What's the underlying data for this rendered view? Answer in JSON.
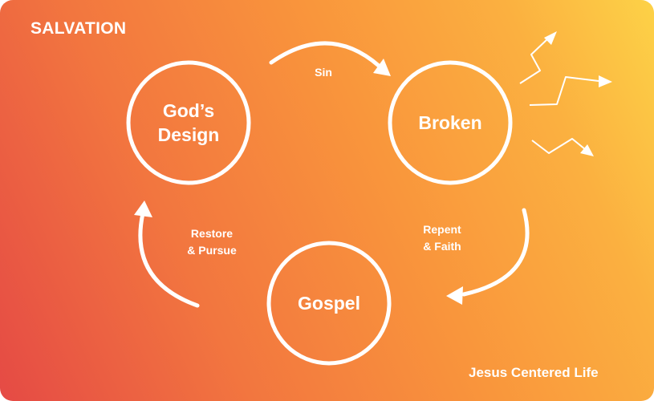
{
  "title": "SALVATION",
  "footer": "Jesus Centered Life",
  "nodes": {
    "gods_design": {
      "line1": "God’s",
      "line2": "Design"
    },
    "broken": "Broken",
    "gospel": "Gospel"
  },
  "edges": {
    "sin": "Sin",
    "repent_faith": {
      "line1": "Repent",
      "line2": "& Faith"
    },
    "restore_pursue": {
      "line1": "Restore",
      "line2": "& Pursue"
    }
  },
  "colors": {
    "gradient_top_right": "#fdd247",
    "gradient_mid": "#f9953c",
    "gradient_bottom_left": "#e54a45",
    "foreground": "#ffffff"
  }
}
